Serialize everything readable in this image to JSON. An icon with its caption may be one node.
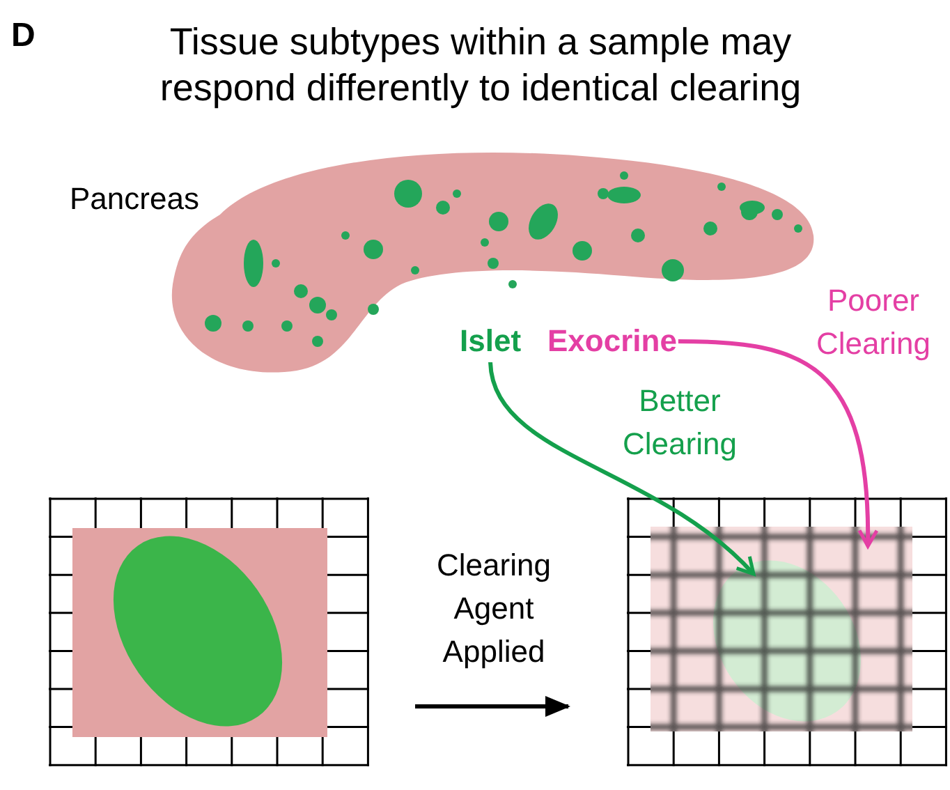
{
  "diagram": {
    "title": "Tissue subtypes within a sample may respond differently to identical clearing",
    "nodes": [
      {
        "text": [
          "Islet"
        ]
      },
      {
        "text": [
          "Exocrine"
        ]
      },
      {
        "text": [],
        "shape": "picture"
      },
      {
        "text": [],
        "shape": "picture"
      },
      {
        "text": [],
        "shape": "box",
        "in": 3
      },
      {
        "text": [],
        "shape": "ellipse",
        "in": 4
      }
    ],
    "edges": [
      {
        "from": 0,
        "to": 5,
        "arrow": "to",
        "label": "Better Clearing",
        "color": "#14a04c"
      },
      {
        "from": 1,
        "to": 4,
        "arrow": "to",
        "label": "Poorer Clearing",
        "color": "#e43fa4"
      },
      {
        "from": 2,
        "to": 3,
        "arrow": "to",
        "label": "Clearing Agent Applied",
        "color": "#000000"
      }
    ],
    "labels": [
      "D",
      "Pancreas"
    ]
  }
}
